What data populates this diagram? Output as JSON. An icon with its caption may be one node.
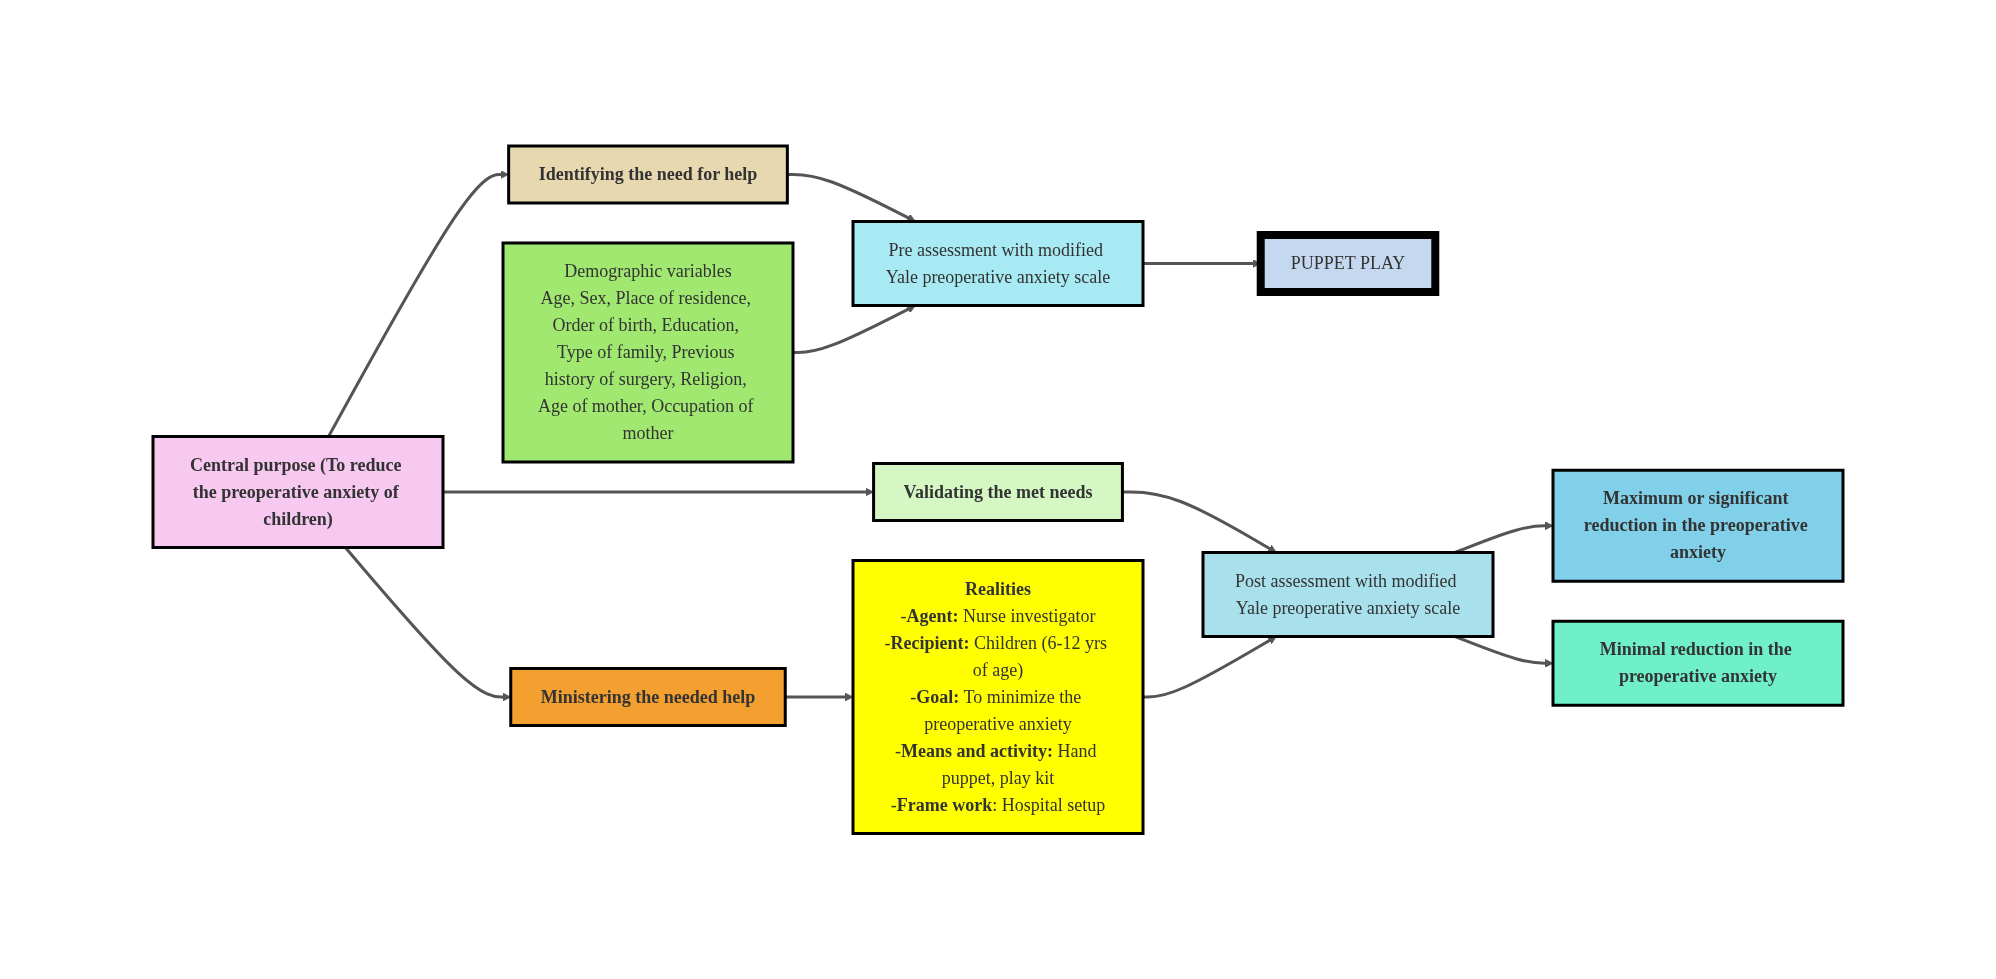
{
  "diagram": {
    "nodes": [
      {
        "text": [
          "Central purpose (To reduce the preoperative anxiety of children)"
        ]
      },
      {
        "text": [
          "Identifying the need for help"
        ]
      },
      {
        "text": [
          "Ministering the needed help"
        ]
      },
      {
        "text": [
          "Validating the met needs"
        ]
      },
      {
        "text": [
          "Demographic variables",
          "Age, Sex, Place of residence, Order of birth, Education, Type of family, Previous history of surgery, Religion, Age of mother, Occupation of mother"
        ]
      },
      {
        "text": [
          "Pre assessment with modified Yale preoperative anxiety scale"
        ]
      },
      {
        "text": [
          "PUPPET PLAY"
        ]
      },
      {
        "text": [
          "Realities",
          "-**Agent:** Nurse investigator",
          "-**Recipient:** Children (6-12 yrs of age)",
          "-**Goal:** To minimize the preoperative anxiety",
          "-**Means and activity:** Hand puppet, play kit",
          "-**Frame work**: Hospital setup"
        ]
      },
      {
        "text": [
          "Post assessment with modified Yale preoperative anxiety scale"
        ]
      },
      {
        "text": [
          "Maximum or significant reduction in the preoperative anxiety"
        ]
      },
      {
        "text": [
          "Minimal reduction in the preoperative anxiety"
        ]
      }
    ],
    "edges": [
      {
        "from": 0,
        "to": 1,
        "arrow": "to"
      },
      {
        "from": 0,
        "to": 2,
        "arrow": "to"
      },
      {
        "from": 0,
        "to": 3,
        "arrow": "to"
      },
      {
        "from": 1,
        "to": 5,
        "arrow": "to"
      },
      {
        "from": 2,
        "to": 7,
        "arrow": "to"
      },
      {
        "from": 3,
        "to": 8,
        "arrow": "to"
      },
      {
        "from": 4,
        "to": 5,
        "arrow": "to"
      },
      {
        "from": 5,
        "to": 6,
        "arrow": "to"
      },
      {
        "from": 7,
        "to": 8,
        "arrow": "to"
      },
      {
        "from": 8,
        "to": 9,
        "arrow": "to"
      },
      {
        "from": 8,
        "to": 10,
        "arrow": "to"
      }
    ]
  }
}
